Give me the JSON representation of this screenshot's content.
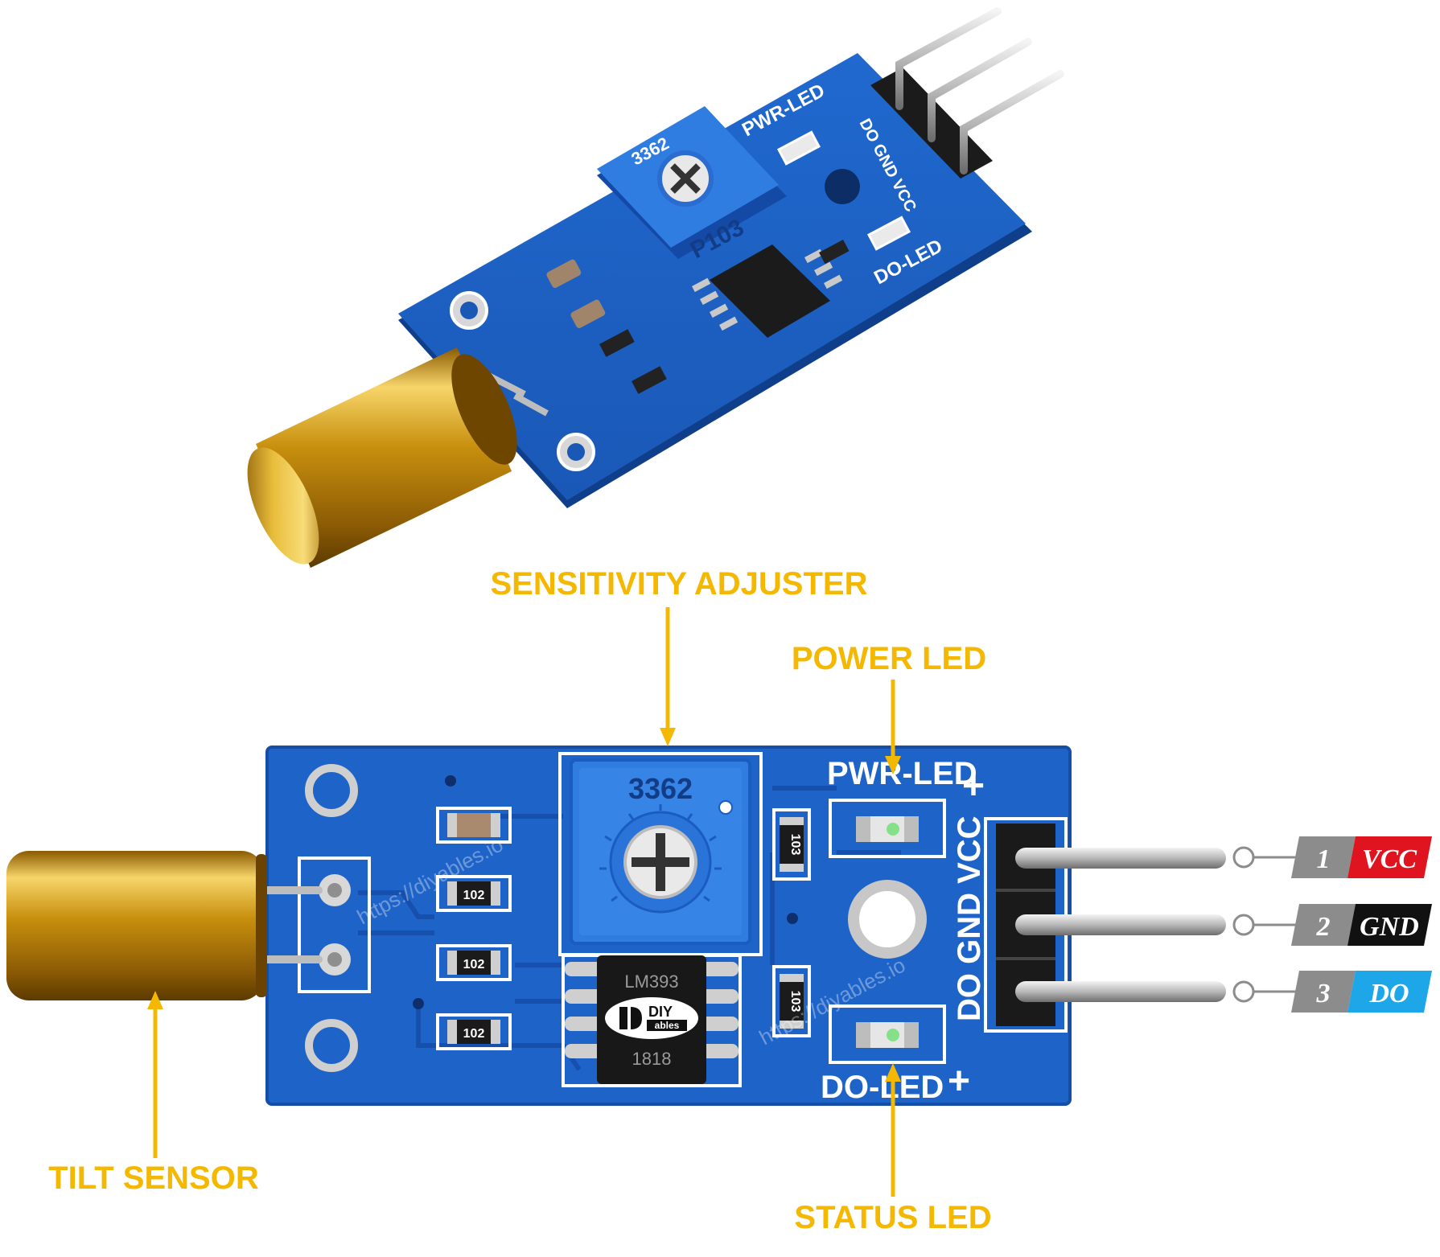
{
  "callouts": {
    "sensitivity_adjuster": "SENSITIVITY ADJUSTER",
    "power_led": "POWER LED",
    "tilt_sensor": "TILT SENSOR",
    "status_led": "STATUS LED"
  },
  "board": {
    "pwr_led": "PWR-LED",
    "do_led": "DO-LED",
    "plus": "+",
    "pot_code": "3362",
    "pot_value": "P103",
    "header_labels": "DO GND VCC",
    "resistor_103": "103",
    "resistor_102": "102",
    "chip_code": "LM393",
    "chip_batch": "1818",
    "brand_diy": "DIY",
    "brand_ables": "ables",
    "watermark": "https://diyables.io"
  },
  "pins": [
    {
      "number": "1",
      "name": "VCC",
      "color": "#e0141e"
    },
    {
      "number": "2",
      "name": "GND",
      "color": "#111111"
    },
    {
      "number": "3",
      "name": "DO",
      "color": "#1ea7e8"
    }
  ],
  "colors": {
    "callout": "#f5b800",
    "pcb": "#1e63c8",
    "pcb_dark": "#1550a8",
    "pot": "#2f7de0",
    "brass": "#d4a017",
    "pin_gray": "#8c8c8c"
  }
}
